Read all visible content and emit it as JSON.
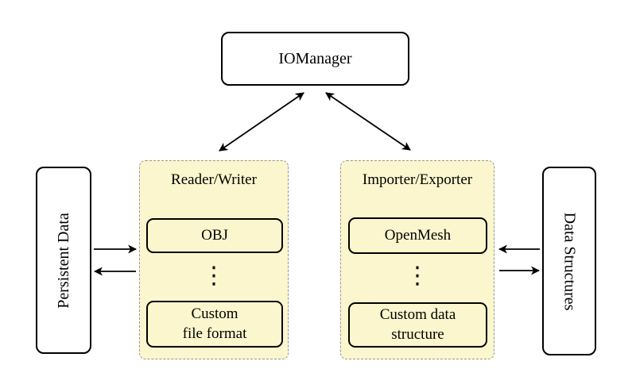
{
  "diagram": {
    "io_manager": {
      "label": "IOManager"
    },
    "persistent_data": {
      "label": "Persistent Data"
    },
    "data_structures": {
      "label": "Data Structures"
    },
    "reader_writer": {
      "title": "Reader/Writer",
      "ellipsis": "⋮",
      "items": [
        {
          "label": "OBJ"
        },
        {
          "label": "Custom\nfile format"
        }
      ]
    },
    "importer_exporter": {
      "title": "Importer/Exporter",
      "ellipsis": "⋮",
      "items": [
        {
          "label": "OpenMesh"
        },
        {
          "label": "Custom data\nstructure"
        }
      ]
    },
    "colors": {
      "background": "#ffffff",
      "group_fill": "#FBF6CD",
      "group_border": "#969696",
      "node_border": "#000000",
      "arrow": "#000000"
    }
  }
}
